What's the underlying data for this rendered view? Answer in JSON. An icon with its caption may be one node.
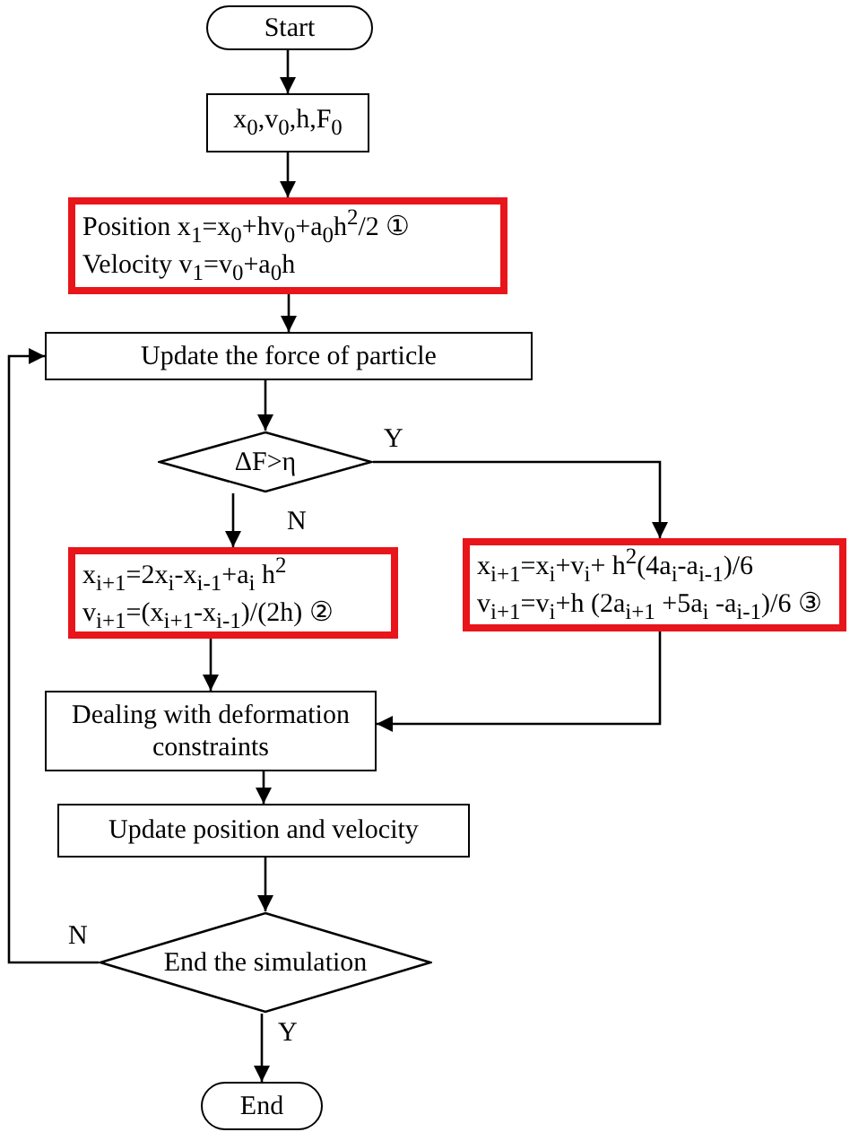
{
  "diagram": {
    "nodes": [
      {
        "text": [
          "Start"
        ]
      },
      {
        "text": [
          "x$_{0}$,v$_{0}$,h,F$_{0}$"
        ]
      },
      {
        "text": [
          "Position  x$_{1}$=x$_{0}$+hv$_{0}$+a$_{0}$h$^{2}$/2  ①",
          "Velocity  v$_{1}$=v$_{0}$+a$_{0}$h"
        ]
      },
      {
        "text": [
          "Update the force of particle"
        ]
      },
      {
        "text": [
          "ΔF>η"
        ]
      },
      {
        "text": [
          "x$_{i+1}$=2x$_{i}$-x$_{i-1}$+a$_{i}$ h$^{2}$",
          "v$_{i+1}$=(x$_{i+1}$-x$_{i-1}$)/(2h)   ②"
        ]
      },
      {
        "text": [
          "x$_{i+1}$=x$_{i}$+v$_{i}$+ h$^{2}$(4a$_{i}$-a$_{i-1}$)/6",
          "v$_{i+1}$=v$_{i}$+h (2a$_{i+1}$ +5a$_{i}$ -a$_{i-1}$)/6 ③"
        ]
      },
      {
        "text": [
          "Dealing with deformation constraints"
        ]
      },
      {
        "text": [
          "Update  position and velocity"
        ]
      },
      {
        "text": [
          "End the simulation"
        ]
      },
      {
        "text": [
          "End"
        ]
      }
    ],
    "edges": [
      {
        "from": 0,
        "to": 1,
        "arrow": "to"
      },
      {
        "from": 1,
        "to": 2,
        "arrow": "to"
      },
      {
        "from": 2,
        "to": 3,
        "arrow": "to"
      },
      {
        "from": 3,
        "to": 4,
        "arrow": "to"
      },
      {
        "from": 4,
        "to": 5,
        "arrow": "to",
        "label": "N"
      },
      {
        "from": 4,
        "to": 6,
        "arrow": "to",
        "label": "Y"
      },
      {
        "from": 5,
        "to": 7,
        "arrow": "to"
      },
      {
        "from": 6,
        "to": 7,
        "arrow": "to"
      },
      {
        "from": 7,
        "to": 8,
        "arrow": "to"
      },
      {
        "from": 8,
        "to": 9,
        "arrow": "to"
      },
      {
        "from": 9,
        "to": 3,
        "arrow": "to",
        "label": "N"
      },
      {
        "from": 9,
        "to": 10,
        "arrow": "to",
        "label": "Y"
      }
    ]
  }
}
